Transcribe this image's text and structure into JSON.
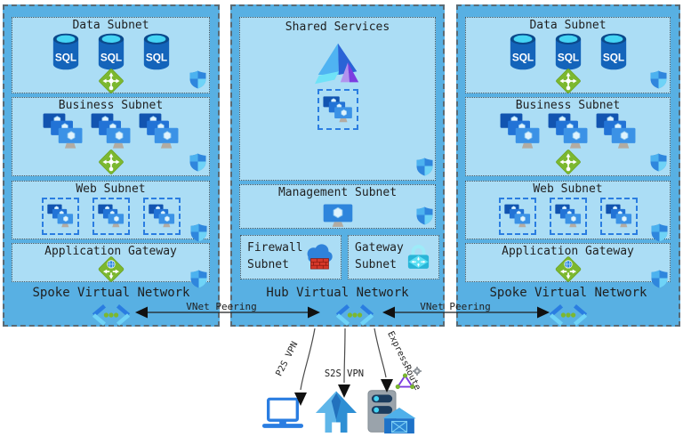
{
  "spoke_left": {
    "title": "Spoke Virtual Network",
    "data_subnet": "Data Subnet",
    "business_subnet": "Business Subnet",
    "web_subnet": "Web Subnet",
    "app_gateway": "Application Gateway"
  },
  "hub": {
    "title": "Hub Virtual Network",
    "shared_services": "Shared Services",
    "management_subnet": "Management Subnet",
    "firewall_subnet": "Firewall\nSubnet",
    "gateway_subnet": "Gateway\nSubnet"
  },
  "spoke_right": {
    "title": "Spoke Virtual Network",
    "data_subnet": "Data Subnet",
    "business_subnet": "Business Subnet",
    "web_subnet": "Web Subnet",
    "app_gateway": "Application Gateway"
  },
  "connections": {
    "peering_left": "VNet Peering",
    "peering_right": "VNet Peering",
    "p2s_vpn": "P2S VPN",
    "s2s_vpn": "S2S VPN",
    "expressroute": "ExpressRoute"
  },
  "icons": {
    "sql_label": "SQL",
    "load_balancer": "green-diamond-arrows",
    "application_gateway": "green-diamond-globe-arrows",
    "virtual_machine": "blue-monitor-hexagon",
    "nsg": "blue-shield",
    "virtual_network": "blue-chevrons-green-dots",
    "shared_services": "azure-ad-pyramids",
    "firewall": "blue-cloud-red-brick-wall",
    "vpn_gateway": "teal-padlock-arrows",
    "expressroute_circuit": "purple-triangle-green-nodes",
    "p2s_client": "laptop",
    "s2s_site": "blue-house-arrow",
    "on_premises": "server-rack-and-barn"
  },
  "colors": {
    "panel": "#58b0e3",
    "subnet": "#abddf5",
    "outline": "#5a6a74",
    "inner_outline": "#43545e",
    "azure": "#2a7de1",
    "cyan": "#6fd3f7",
    "green": "#7cb82f",
    "text": "#1f1f1f",
    "line": "#444444",
    "firewall_red": "#d6382a",
    "gateway_teal": "#29b5d8",
    "purple": "#7c3ce0"
  }
}
